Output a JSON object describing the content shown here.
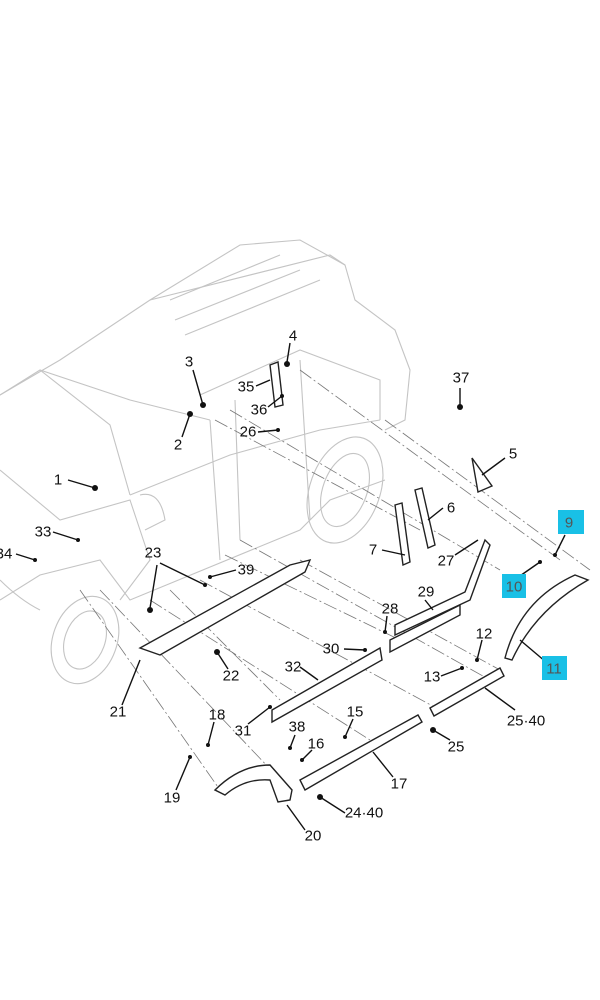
{
  "diagram": {
    "title": "Exterior side moldings and wheel arch parts",
    "highlight_color": "#19c0e6",
    "callouts": {
      "c1": "1",
      "c2": "2",
      "c3": "3",
      "c4": "4",
      "c5": "5",
      "c6": "6",
      "c7": "7",
      "c9": "9",
      "c10": "10",
      "c11": "11",
      "c12": "12",
      "c13": "13",
      "c15": "15",
      "c16": "16",
      "c17": "17",
      "c18": "18",
      "c19": "19",
      "c20": "20",
      "c21": "21",
      "c22": "22",
      "c23": "23",
      "c24_40": "24·40",
      "c25": "25",
      "c25_40": "25·40",
      "c26": "26",
      "c27": "27",
      "c28": "28",
      "c29": "29",
      "c30": "30",
      "c31": "31",
      "c32": "32",
      "c33": "33",
      "c34": "34",
      "c35": "35",
      "c36": "36",
      "c37": "37",
      "c38": "38",
      "c39": "39"
    },
    "highlighted": [
      "9",
      "10",
      "11"
    ]
  }
}
